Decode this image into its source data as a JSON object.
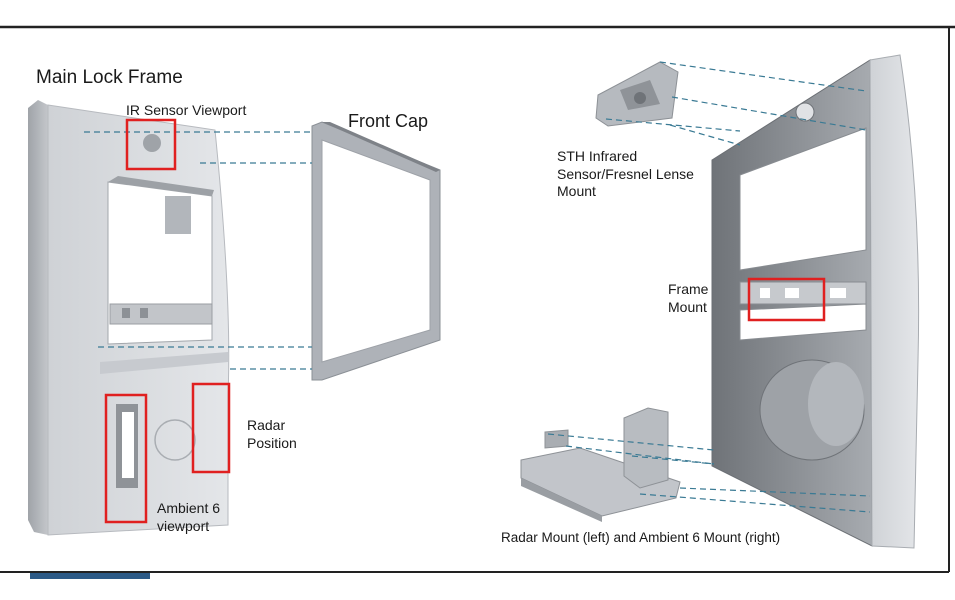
{
  "labels": {
    "main_lock_frame": "Main Lock Frame",
    "ir_sensor_viewport": "IR Sensor Viewport",
    "front_cap": "Front Cap",
    "sth_infrared": "STH Infrared Sensor/Fresnel Lense Mount",
    "frame_mount": "Frame Mount",
    "radar_position": "Radar Position",
    "ambient_viewport": "Ambient 6 viewport",
    "radar_mount": "Radar Mount (left) and Ambient 6 Mount (right)"
  },
  "colors": {
    "highlight_box": "#e02020",
    "leader_line": "#3a7a94",
    "part_light": "#d8dbdf",
    "part_mid": "#b9bdc2",
    "part_dark": "#8e9297"
  }
}
